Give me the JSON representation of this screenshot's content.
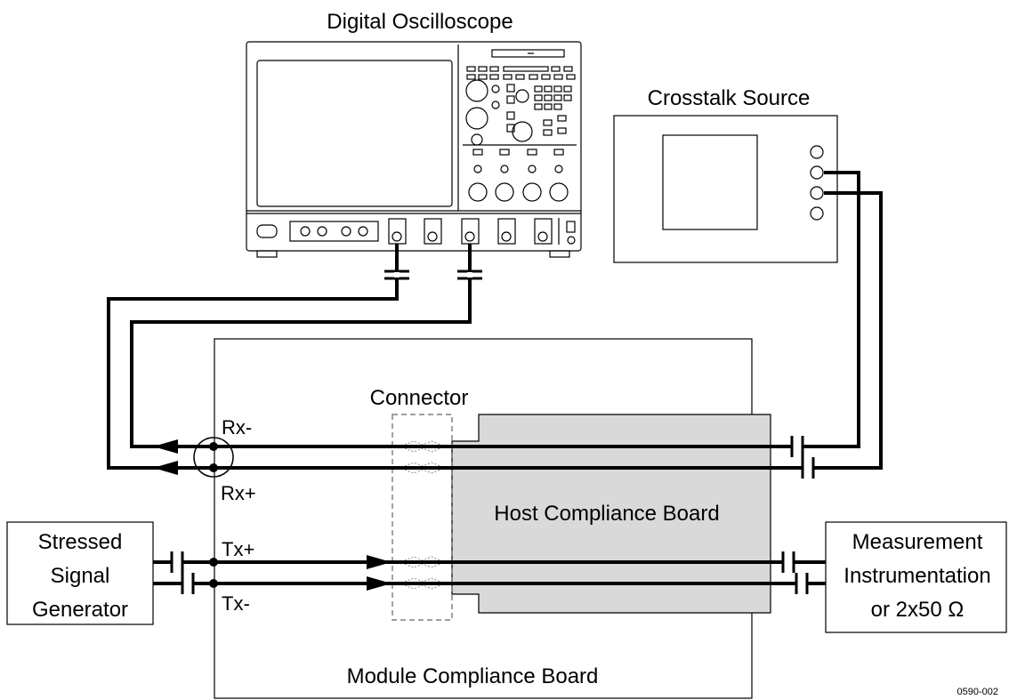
{
  "diagram": {
    "oscilloscope_label": "Digital Oscilloscope",
    "crosstalk_label": "Crosstalk Source",
    "connector_label": "Connector",
    "rx_minus": "Rx-",
    "rx_plus": "Rx+",
    "tx_plus": "Tx+",
    "tx_minus": "Tx-",
    "host_board_label": "Host Compliance Board",
    "module_board_label": "Module Compliance Board",
    "generator_label": [
      "Stressed",
      "Signal",
      "Generator"
    ],
    "measurement_label": [
      "Measurement",
      "Instrumentation",
      "or 2x50 Ω"
    ],
    "figure_id": "0590-002"
  },
  "colors": {
    "line": "#000000",
    "host_board_fill": "#d9d9d9",
    "connector_stroke": "#666666"
  }
}
